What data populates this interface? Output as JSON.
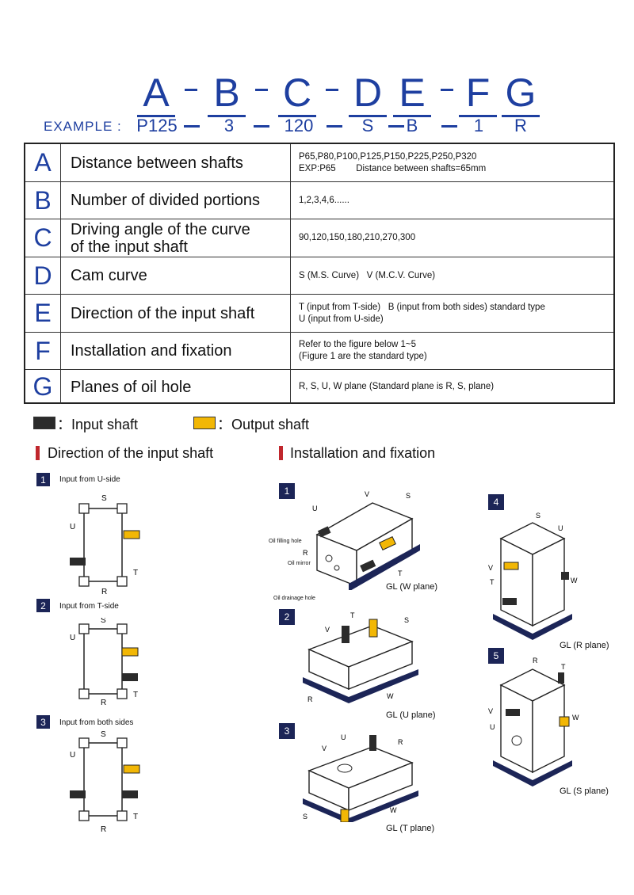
{
  "code": {
    "letters": [
      "A",
      "B",
      "C",
      "D",
      "E",
      "F",
      "G"
    ],
    "example_label": "EXAMPLE :",
    "example_values": [
      "P125",
      "3",
      "120",
      "S",
      "B",
      "1",
      "R"
    ]
  },
  "table": {
    "rows": [
      {
        "letter": "A",
        "name": "Distance between shafts",
        "desc": [
          "P65,P80,P100,P125,P150,P225,P250,P320",
          "EXP:P65        Distance between shafts=65mm"
        ]
      },
      {
        "letter": "B",
        "name": "Number of divided portions",
        "desc": [
          "1,2,3,4,6......"
        ]
      },
      {
        "letter": "C",
        "name": "Driving angle of the curve of the input shaft",
        "desc": [
          "90,120,150,180,210,270,300"
        ]
      },
      {
        "letter": "D",
        "name": "Cam curve",
        "desc": [
          "S (M.S. Curve)   V (M.C.V. Curve)"
        ]
      },
      {
        "letter": "E",
        "name": "Direction of the input shaft",
        "desc": [
          "T (input from T-side)   B (input from both sides) standard type",
          "U (input from U-side)"
        ]
      },
      {
        "letter": "F",
        "name": "Installation and fixation",
        "desc": [
          "Refer to the figure below 1~5",
          "(Figure 1 are the standard type)"
        ]
      },
      {
        "letter": "G",
        "name": "Planes of oil hole",
        "desc": [
          "R, S, U, W plane (Standard plane is R, S, plane)"
        ]
      }
    ]
  },
  "legend": {
    "input": "：Input shaft",
    "output": "：Output shaft",
    "input_color": "#2b2b2b",
    "output_color": "#f2b705"
  },
  "direction": {
    "title": "Direction of the input shaft",
    "items": [
      {
        "num": "1",
        "label": "Input from U-side"
      },
      {
        "num": "2",
        "label": "Input from T-side"
      },
      {
        "num": "3",
        "label": "Input from both sides"
      }
    ],
    "side_labels": {
      "s": "S",
      "u": "U",
      "t": "T",
      "r": "R"
    }
  },
  "installation": {
    "title": "Installation and fixation",
    "items": [
      {
        "num": "1",
        "caption": "GL (W plane)"
      },
      {
        "num": "2",
        "caption": "GL (U plane)"
      },
      {
        "num": "3",
        "caption": "GL (T plane)"
      },
      {
        "num": "4",
        "caption": "GL (R plane)"
      },
      {
        "num": "5",
        "caption": "GL (S plane)"
      }
    ],
    "callouts": {
      "filling": "Oil filling hole",
      "mirror": "Oil mirror",
      "drainage": "Oil drainage hole"
    },
    "side_labels": {
      "v": "V",
      "u": "U",
      "s": "S",
      "r": "R",
      "t": "T",
      "w": "W"
    }
  }
}
